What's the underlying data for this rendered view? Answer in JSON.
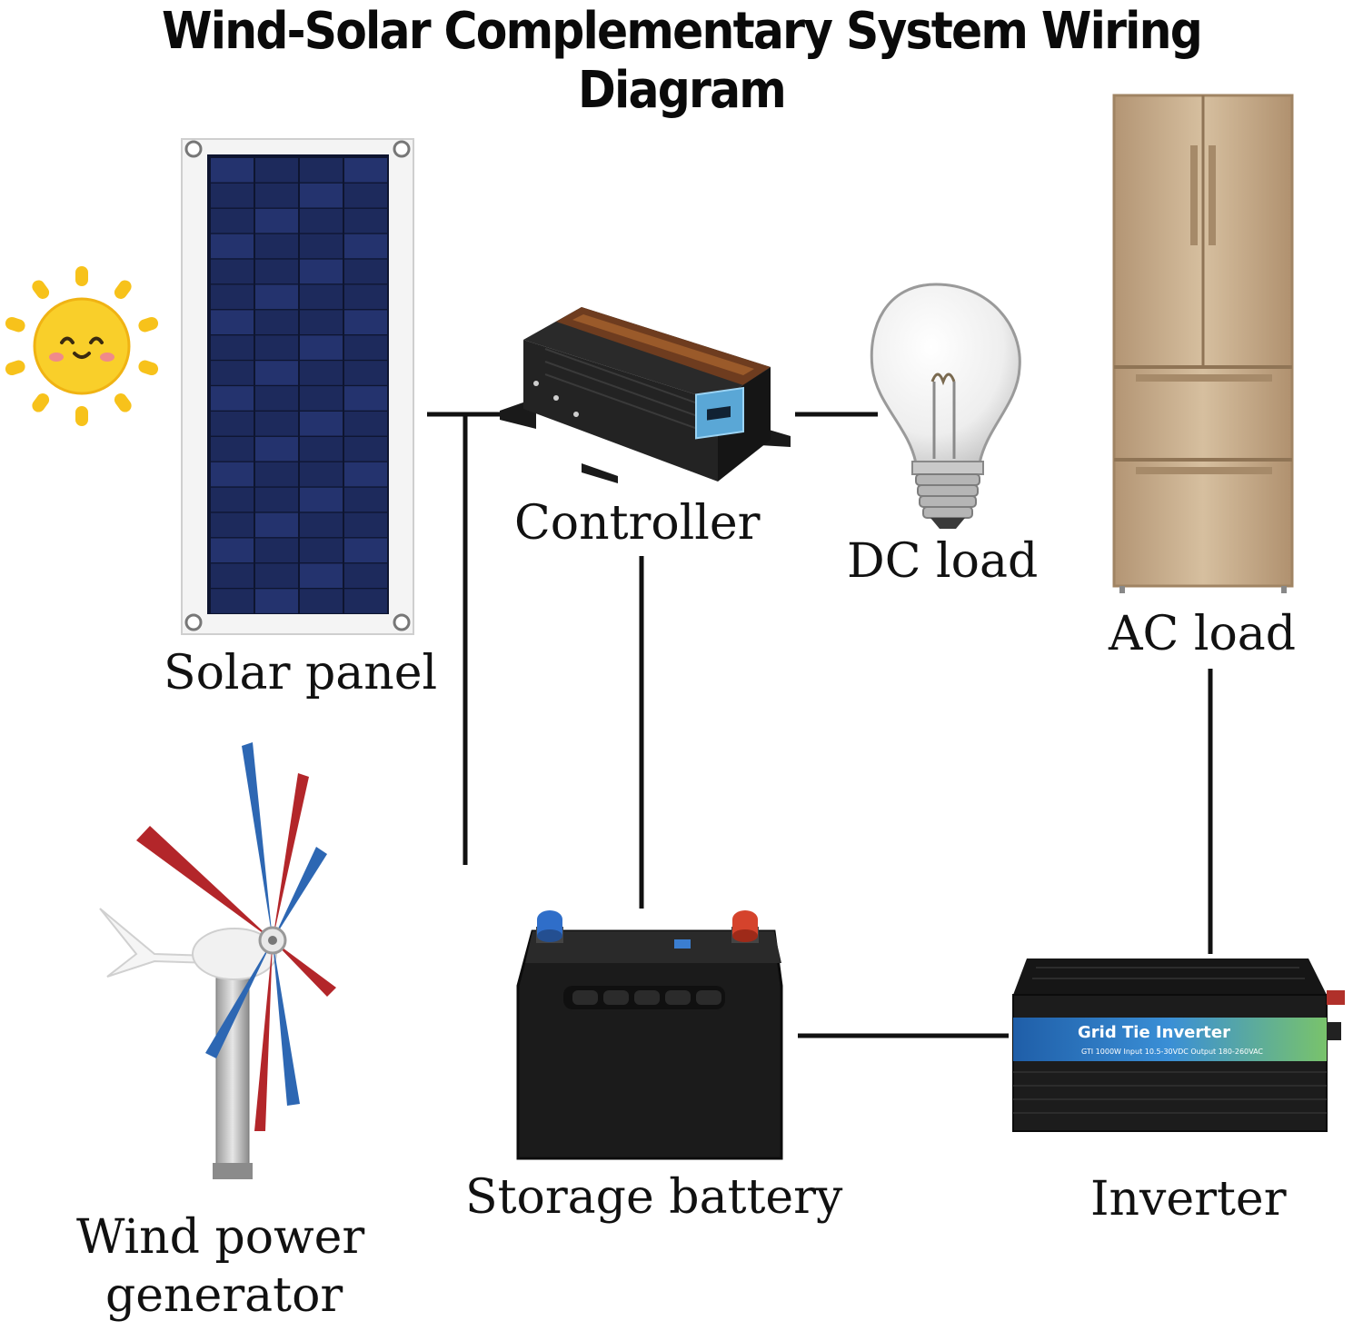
{
  "title": "Wind-Solar Complementary System Wiring Diagram",
  "components": {
    "solar_panel": {
      "label": "Solar panel"
    },
    "controller": {
      "label": "Controller"
    },
    "dc_load": {
      "label": "DC load"
    },
    "ac_load": {
      "label": "AC load"
    },
    "wind_generator": {
      "label_line1": "Wind power",
      "label_line2": "generator"
    },
    "storage_battery": {
      "label": "Storage battery"
    },
    "inverter": {
      "label": "Inverter",
      "device_text": "Grid Tie Inverter",
      "device_subtext": "GTI 1000W  Input 10.5-30VDC Output 180-260VAC"
    }
  },
  "connections": [
    [
      "solar_panel",
      "controller"
    ],
    [
      "wind_generator",
      "controller"
    ],
    [
      "controller",
      "dc_load"
    ],
    [
      "controller",
      "storage_battery"
    ],
    [
      "storage_battery",
      "inverter"
    ],
    [
      "inverter",
      "ac_load"
    ]
  ],
  "colors": {
    "wire": "#111111",
    "sun": "#f7c21b",
    "panel_cell": "#1d2a5c",
    "fridge": "#c8ad8a",
    "battery": "#1b1b1b",
    "blade_red": "#b3262a",
    "blade_blue": "#2d67b3"
  }
}
